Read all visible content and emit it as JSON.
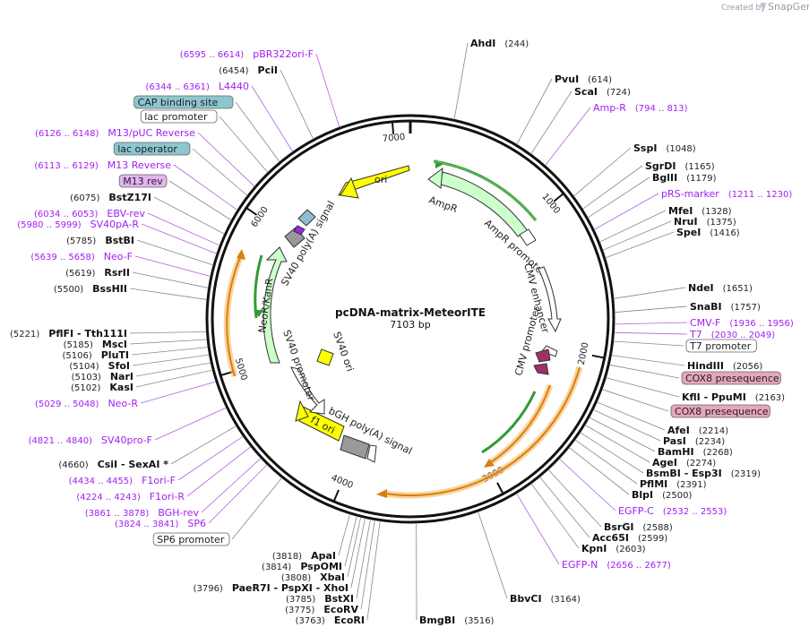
{
  "logo": {
    "created_by": "Created by",
    "brand": "SnapGene"
  },
  "plasmid": {
    "name": "pcDNA-matrix-MeteorITE",
    "length_label": "7103 bp"
  },
  "ticks": [
    "1000",
    "2000",
    "3000",
    "4000",
    "5000",
    "6000",
    "7000"
  ],
  "features": [
    {
      "id": "ori",
      "label": "ori",
      "color": "#ffff00"
    },
    {
      "id": "ampr",
      "label": "AmpR",
      "color": "#ccffcc"
    },
    {
      "id": "ampr-promoter",
      "label": "AmpR promoter",
      "color": "#ffffff"
    },
    {
      "id": "cmv-enhancer",
      "label": "CMV enhancer",
      "color": "#ffffff"
    },
    {
      "id": "cmv-promoter",
      "label": "CMV promoter",
      "color": "#ffffff"
    },
    {
      "id": "bgh-polya",
      "label": "bGH poly(A) signal",
      "color": "#999999"
    },
    {
      "id": "f1-ori",
      "label": "f1 ori",
      "color": "#ffff00"
    },
    {
      "id": "sv40-ori",
      "label": "SV40 ori",
      "color": "#ffff00"
    },
    {
      "id": "sv40-promoter",
      "label": "SV40 promoter",
      "color": "#ffffff"
    },
    {
      "id": "neor",
      "label": "NeoR/KanR",
      "color": "#ccffcc"
    },
    {
      "id": "sv40-polya",
      "label": "SV40 poly(A) signal",
      "color": "#999999"
    }
  ],
  "labels": [
    {
      "kind": "site",
      "name": "AhdI",
      "pos": "(244)"
    },
    {
      "kind": "site",
      "name": "PvuI",
      "pos": "(614)"
    },
    {
      "kind": "site",
      "name": "ScaI",
      "pos": "(724)"
    },
    {
      "kind": "primer",
      "name": "Amp-R",
      "pos": "(794 .. 813)"
    },
    {
      "kind": "site",
      "name": "SspI",
      "pos": "(1048)"
    },
    {
      "kind": "site",
      "name": "SgrDI",
      "pos": "(1165)"
    },
    {
      "kind": "site",
      "name": "BglII",
      "pos": "(1179)"
    },
    {
      "kind": "primer",
      "name": "pRS-marker",
      "pos": "(1211 .. 1230)"
    },
    {
      "kind": "site",
      "name": "MfeI",
      "pos": "(1328)"
    },
    {
      "kind": "site",
      "name": "NruI",
      "pos": "(1375)"
    },
    {
      "kind": "site",
      "name": "SpeI",
      "pos": "(1416)"
    },
    {
      "kind": "site",
      "name": "NdeI",
      "pos": "(1651)"
    },
    {
      "kind": "site",
      "name": "SnaBI",
      "pos": "(1757)"
    },
    {
      "kind": "primer",
      "name": "CMV-F",
      "pos": "(1936 .. 1956)"
    },
    {
      "kind": "primer",
      "name": "T7",
      "pos": "(2030 .. 2049)"
    },
    {
      "kind": "box",
      "name": "T7 promoter"
    },
    {
      "kind": "site",
      "name": "HindIII",
      "pos": "(2056)"
    },
    {
      "kind": "box",
      "name": "COX8 presequence"
    },
    {
      "kind": "site",
      "name": "KflI  - PpuMI",
      "pos": "(2163)"
    },
    {
      "kind": "box",
      "name": "COX8 presequence"
    },
    {
      "kind": "site",
      "name": "AfeI",
      "pos": "(2214)"
    },
    {
      "kind": "site",
      "name": "PasI",
      "pos": "(2234)"
    },
    {
      "kind": "site",
      "name": "BamHI",
      "pos": "(2268)"
    },
    {
      "kind": "site",
      "name": "AgeI",
      "pos": "(2274)"
    },
    {
      "kind": "site",
      "name": "BsmBI  - Esp3I",
      "pos": "(2319)"
    },
    {
      "kind": "site",
      "name": "PflMI",
      "pos": "(2391)"
    },
    {
      "kind": "site",
      "name": "BlpI",
      "pos": "(2500)"
    },
    {
      "kind": "primer",
      "name": "EGFP-C",
      "pos": "(2532 .. 2553)"
    },
    {
      "kind": "site",
      "name": "BsrGI",
      "pos": "(2588)"
    },
    {
      "kind": "site",
      "name": "Acc65I",
      "pos": "(2599)"
    },
    {
      "kind": "site",
      "name": "KpnI",
      "pos": "(2603)"
    },
    {
      "kind": "primer",
      "name": "EGFP-N",
      "pos": "(2656 .. 2677)"
    },
    {
      "kind": "site",
      "name": "BbvCI",
      "pos": "(3164)"
    },
    {
      "kind": "site",
      "name": "BmgBI",
      "pos": "(3516)"
    },
    {
      "kind": "site",
      "name": "EcoRI",
      "pos": "(3763)"
    },
    {
      "kind": "site",
      "name": "EcoRV",
      "pos": "(3775)"
    },
    {
      "kind": "site",
      "name": "BstXI",
      "pos": "(3785)"
    },
    {
      "kind": "site",
      "name": "PaeR7I  - PspXI  - XhoI",
      "pos": "(3796)"
    },
    {
      "kind": "site",
      "name": "XbaI",
      "pos": "(3808)"
    },
    {
      "kind": "site",
      "name": "PspOMI",
      "pos": "(3814)"
    },
    {
      "kind": "site",
      "name": "ApaI",
      "pos": "(3818)"
    },
    {
      "kind": "box",
      "name": "SP6 promoter"
    },
    {
      "kind": "primer",
      "name": "SP6",
      "pos": "(3824 .. 3841)"
    },
    {
      "kind": "primer",
      "name": "BGH-rev",
      "pos": "(3861 .. 3878)"
    },
    {
      "kind": "primer",
      "name": "F1ori-R",
      "pos": "(4224 .. 4243)"
    },
    {
      "kind": "primer",
      "name": "F1ori-F",
      "pos": "(4434 .. 4455)"
    },
    {
      "kind": "site",
      "name": "CsiI  - SexAI *",
      "pos": "(4660)"
    },
    {
      "kind": "primer",
      "name": "SV40pro-F",
      "pos": "(4821 .. 4840)"
    },
    {
      "kind": "primer",
      "name": "Neo-R",
      "pos": "(5029 .. 5048)"
    },
    {
      "kind": "site",
      "name": "KasI",
      "pos": "(5102)"
    },
    {
      "kind": "site",
      "name": "NarI",
      "pos": "(5103)"
    },
    {
      "kind": "site",
      "name": "SfoI",
      "pos": "(5104)"
    },
    {
      "kind": "site",
      "name": "PluTI",
      "pos": "(5106)"
    },
    {
      "kind": "site",
      "name": "MscI",
      "pos": "(5185)"
    },
    {
      "kind": "site",
      "name": "PflFI  - Tth111I",
      "pos": "(5221)"
    },
    {
      "kind": "site",
      "name": "BssHII",
      "pos": "(5500)"
    },
    {
      "kind": "site",
      "name": "RsrII",
      "pos": "(5619)"
    },
    {
      "kind": "primer",
      "name": "Neo-F",
      "pos": "(5639 .. 5658)"
    },
    {
      "kind": "site",
      "name": "BstBI",
      "pos": "(5785)"
    },
    {
      "kind": "primer",
      "name": "SV40pA-R",
      "pos": "(5980 .. 5999)"
    },
    {
      "kind": "primer",
      "name": "EBV-rev",
      "pos": "(6034 .. 6053)"
    },
    {
      "kind": "site",
      "name": "BstZ17I",
      "pos": "(6075)"
    },
    {
      "kind": "boxpurple",
      "name": "M13 rev"
    },
    {
      "kind": "primer",
      "name": "M13 Reverse",
      "pos": "(6113 .. 6129)"
    },
    {
      "kind": "boxblue",
      "name": "lac operator"
    },
    {
      "kind": "primer",
      "name": "M13/pUC Reverse",
      "pos": "(6126 .. 6148)"
    },
    {
      "kind": "box",
      "name": "lac promoter"
    },
    {
      "kind": "boxblue",
      "name": "CAP binding site"
    },
    {
      "kind": "primer",
      "name": "L4440",
      "pos": "(6344 .. 6361)"
    },
    {
      "kind": "site",
      "name": "PciI",
      "pos": "(6454)"
    },
    {
      "kind": "primer",
      "name": "pBR322ori-F",
      "pos": "(6595 .. 6614)"
    }
  ]
}
